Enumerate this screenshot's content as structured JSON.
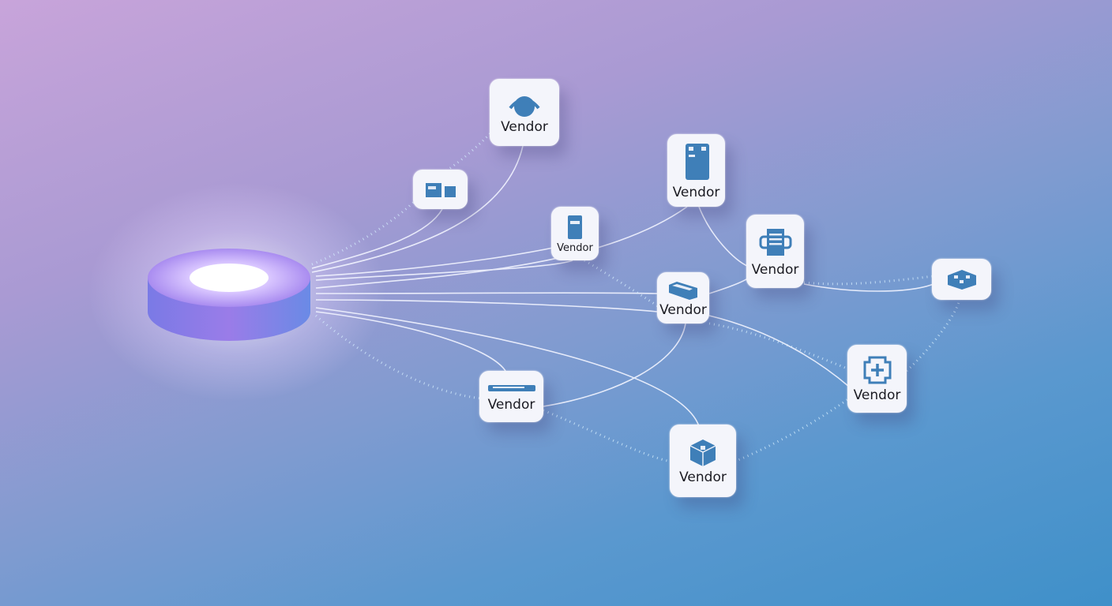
{
  "diagram": {
    "hub": {
      "name": "central-hub"
    },
    "nodes": [
      {
        "id": "n1",
        "label": "Vendor",
        "icon": "dome-icon"
      },
      {
        "id": "n2",
        "label": "",
        "icon": "boxes-icon"
      },
      {
        "id": "n3",
        "label": "Vendor",
        "icon": "server-box-icon"
      },
      {
        "id": "n4",
        "label": "Vendor",
        "icon": "cabinet-icon"
      },
      {
        "id": "n5",
        "label": "Vendor",
        "icon": "document-icon"
      },
      {
        "id": "n6",
        "label": "",
        "icon": "grid-box-icon"
      },
      {
        "id": "n7",
        "label": "Vendor",
        "icon": "tray-icon"
      },
      {
        "id": "n8",
        "label": "Vendor",
        "icon": "plus-frame-icon"
      },
      {
        "id": "n9",
        "label": "Vendor",
        "icon": "rack-icon"
      },
      {
        "id": "n10",
        "label": "Vendor",
        "icon": "cube-icon"
      }
    ],
    "colors": {
      "icon": "#3f7fb8",
      "hub_top": "#b79af0",
      "hub_side": "#7f6fe0",
      "edge": "#f2f4ff"
    }
  }
}
